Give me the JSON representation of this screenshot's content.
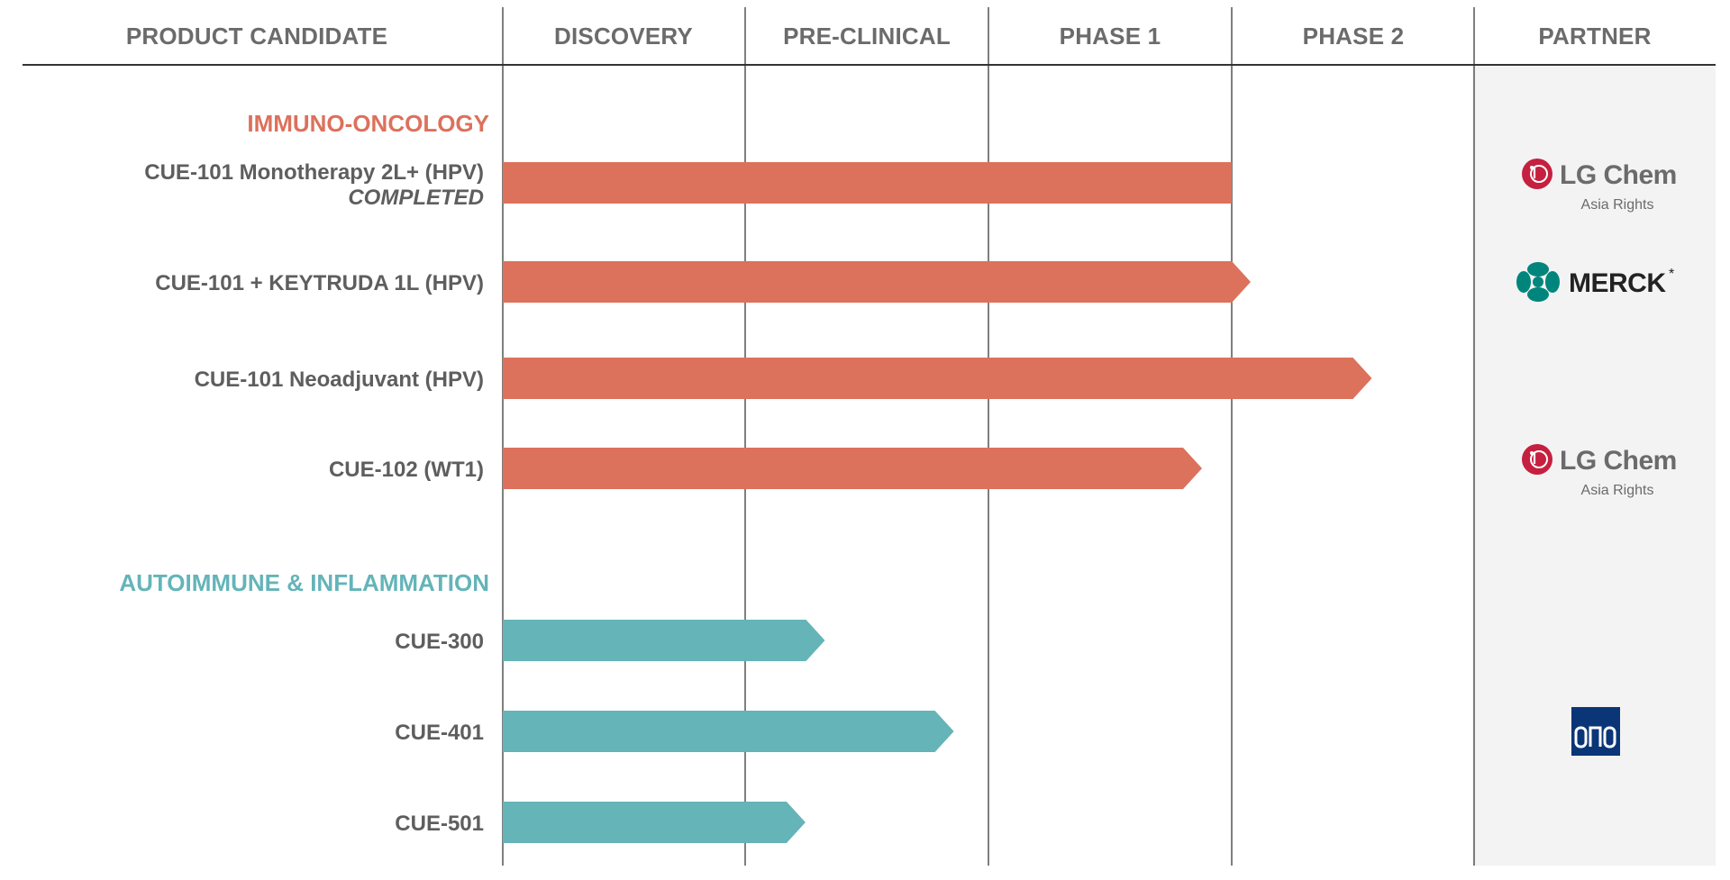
{
  "chart_data": {
    "type": "bar",
    "orientation": "horizontal",
    "columns": [
      "PRODUCT CANDIDATE",
      "DISCOVERY",
      "PRE-CLINICAL",
      "PHASE 1",
      "PHASE 2",
      "PARTNER"
    ],
    "stages": [
      "DISCOVERY",
      "PRE-CLINICAL",
      "PHASE 1",
      "PHASE 2"
    ],
    "xlim": [
      0,
      4
    ],
    "grid": true,
    "groups": [
      {
        "name": "IMMUNO-ONCOLOGY",
        "color": "#dc715c",
        "programs": [
          {
            "label": "CUE-101 Monotherapy 2L+ (HPV)",
            "sublabel": "COMPLETED",
            "progress": 3.0,
            "shape": "flat",
            "partner": "lgchem"
          },
          {
            "label": "CUE-101 + KEYTRUDA 1L (HPV)",
            "sublabel": "",
            "progress": 3.0,
            "shape": "arrow",
            "partner": "merck"
          },
          {
            "label": "CUE-101 Neoadjuvant (HPV)",
            "sublabel": "",
            "progress": 3.5,
            "shape": "arrow",
            "partner": null
          },
          {
            "label": "CUE-102 (WT1)",
            "sublabel": "",
            "progress": 2.8,
            "shape": "arrow",
            "partner": "lgchem"
          }
        ]
      },
      {
        "name": "AUTOIMMUNE & INFLAMMATION",
        "color": "#64b4b8",
        "programs": [
          {
            "label": "CUE-300",
            "sublabel": "",
            "progress": 1.25,
            "shape": "arrow",
            "partner": null
          },
          {
            "label": "CUE-401",
            "sublabel": "",
            "progress": 1.78,
            "shape": "arrow",
            "partner": "ono"
          },
          {
            "label": "CUE-501",
            "sublabel": "",
            "progress": 1.17,
            "shape": "arrow",
            "partner": null
          }
        ]
      }
    ]
  },
  "partners": {
    "lgchem": {
      "name": "LG Chem",
      "note": "Asia Rights",
      "color": "#c5203f"
    },
    "merck": {
      "name": "MERCK",
      "mark": "*",
      "color": "#00857c"
    },
    "ono": {
      "name": "ONO",
      "color": "#0a3577"
    }
  },
  "colors": {
    "header_text": "#6b6b6b",
    "label_text": "#5e5e5e",
    "grid_line": "#555555",
    "partner_panel": "#f3f3f3"
  }
}
